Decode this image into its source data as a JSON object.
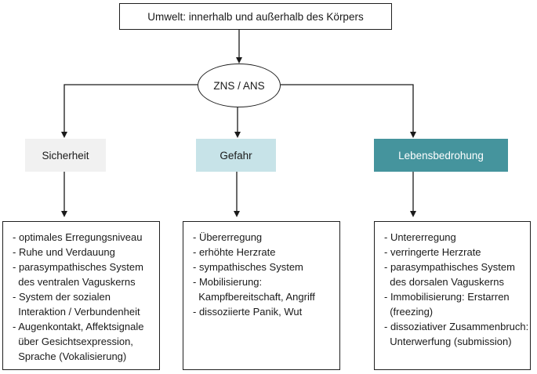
{
  "diagram": {
    "title_hint": "Polyvagal flow diagram (German)",
    "root": {
      "label": "Umwelt: innerhalb und außerhalb des Körpers"
    },
    "hub": {
      "label": "ZNS / ANS"
    },
    "branches": [
      {
        "id": "sicherheit",
        "label": "Sicherheit",
        "fill_color": "#f1f1f1",
        "text_color": "#1a1a1a",
        "details": [
          "- optimales Erregungsniveau",
          "- Ruhe und Verdauung",
          "- parasympathisches System",
          "  des ventralen Vaguskerns",
          "- System der sozialen",
          "  Interaktion / Verbundenheit",
          "- Augenkontakt, Affektsignale",
          "  über Gesichtsexpression,",
          "  Sprache (Vokalisierung)"
        ]
      },
      {
        "id": "gefahr",
        "label": "Gefahr",
        "fill_color": "#c7e3e8",
        "text_color": "#1a1a1a",
        "details": [
          "- Übererregung",
          "- erhöhte Herzrate",
          "- sympathisches System",
          "- Mobilisierung:",
          "  Kampfbereitschaft, Angriff",
          "- dissoziierte Panik, Wut"
        ]
      },
      {
        "id": "lebensbedrohung",
        "label": "Lebensbedrohung",
        "fill_color": "#45949d",
        "text_color": "#ffffff",
        "details": [
          "- Untererregung",
          "- verringerte Herzrate",
          "- parasympathisches System",
          "  des dorsalen Vaguskerns",
          "- Immobilisierung: Erstarren",
          "  (freezing)",
          "- dissoziativer Zusammenbruch:",
          "  Unterwerfung (submission)"
        ]
      }
    ],
    "line_color": "#1a1a1a",
    "background_color": "#ffffff"
  }
}
